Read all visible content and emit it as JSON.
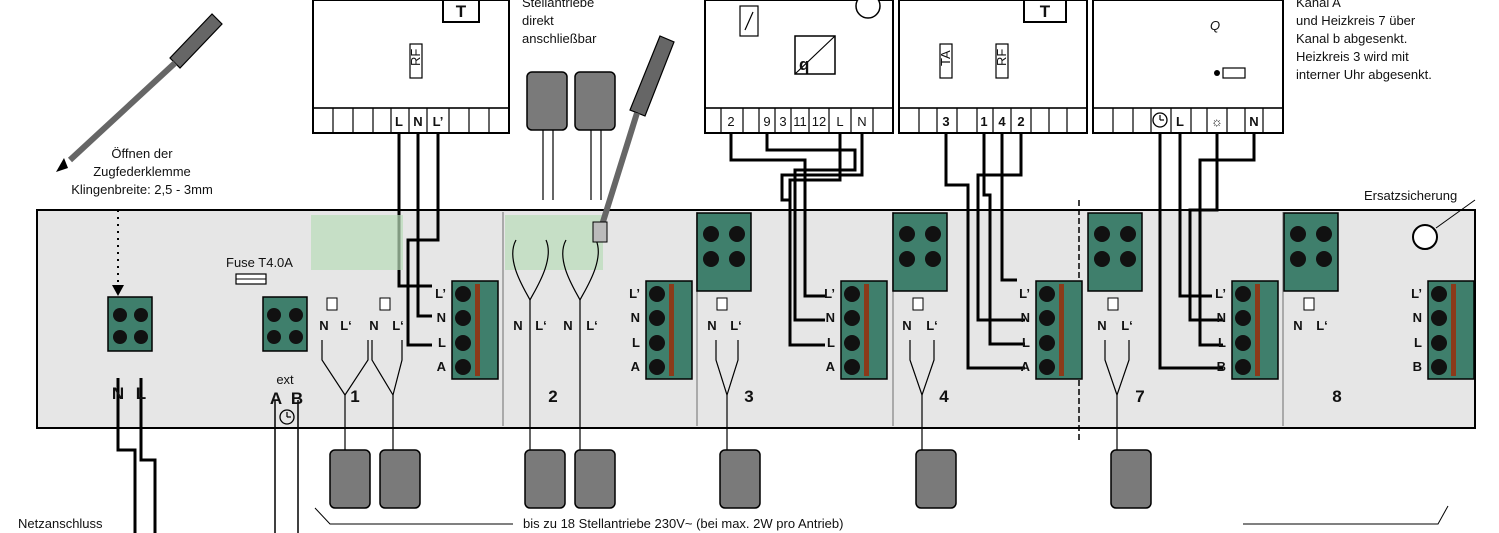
{
  "labels": {
    "actuators_direct": [
      "Stellantriebe",
      "direkt",
      "anschließbar"
    ],
    "open_clamp": [
      "Öffnen der",
      "Zugfederklemme",
      "Klingenbreite: 2,5 - 3mm"
    ],
    "fuse": "Fuse T4.0A",
    "spare_fuse": "Ersatzsicherung",
    "note_right": [
      "Kanal A",
      "und Heizkreis 7 über",
      "Kanal b abgesenkt.",
      "Heizkreis 3 wird mit",
      "interner Uhr abgesenkt."
    ],
    "mains": "Netzanschluss",
    "bottom_note": "bis zu 18 Stellantriebe 230V~ (bei max. 2W pro Antrieb)",
    "ext": "ext"
  },
  "thermostat_terms": {
    "t1": [
      "L",
      "N",
      "L’"
    ],
    "t2": [
      "2",
      "9",
      "3",
      "11",
      "12",
      "L",
      "N"
    ],
    "t3": [
      "3",
      "1",
      "4",
      "2"
    ],
    "t4": [
      "L",
      "N"
    ]
  },
  "symbols": {
    "T": "T",
    "RF": "RF",
    "TA": "TA",
    "q": "q",
    "Q": "Q"
  },
  "mains_terms": [
    "N",
    "L"
  ],
  "ext_terms": [
    "A",
    "B"
  ],
  "channels": [
    "1",
    "2",
    "3",
    "4",
    "7",
    "8"
  ],
  "terminal_labels": [
    "L’",
    "N",
    "L",
    "A"
  ],
  "terminal_labels_b": [
    "L’",
    "N",
    "L",
    "B"
  ],
  "actuator_labels": [
    "N",
    "L‘"
  ]
}
